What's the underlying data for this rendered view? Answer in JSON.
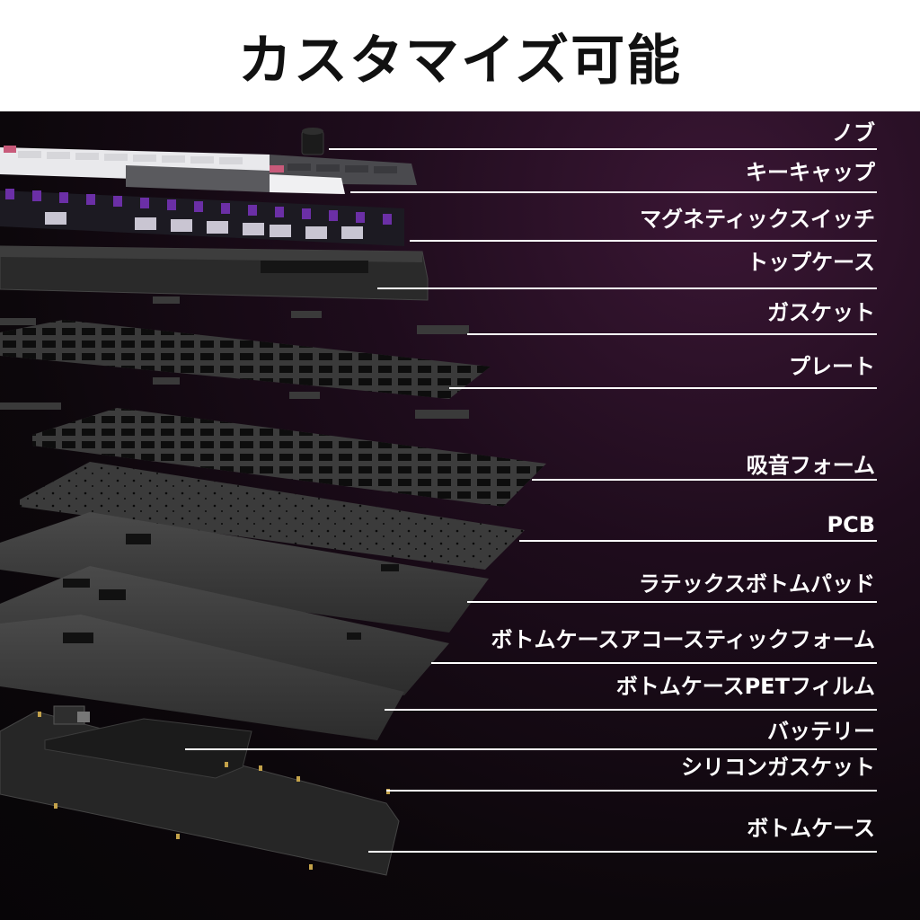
{
  "title": "カスタマイズ可能",
  "colors": {
    "background_top": "#ffffff",
    "background_dark": "#0c070b",
    "accent_purple": "#6b2fa6",
    "text_title": "#111111",
    "text_label": "#ffffff",
    "leader_line": "#ffffff"
  },
  "components": [
    "ノブ",
    "キーキャップ",
    "マグネティックスイッチ",
    "トップケース",
    "ガスケット",
    "プレート",
    "吸音フォーム",
    "PCB",
    "ラテックスボトムパッド",
    "ボトムケースアコースティックフォーム",
    "ボトムケースPETフィルム",
    "バッテリー",
    "シリコンガスケット",
    "ボトムケース"
  ]
}
